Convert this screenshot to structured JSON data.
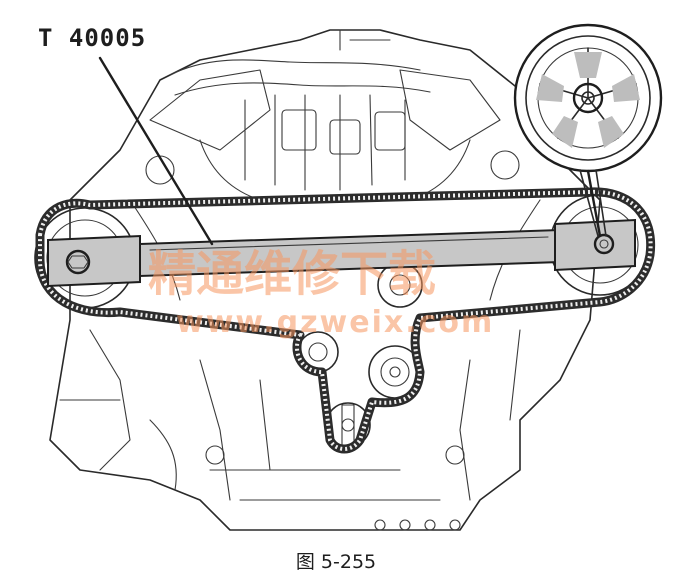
{
  "figure": {
    "tool_label": "T 40005",
    "caption": "图 5-255",
    "watermark_text": "精通维修下载",
    "watermark_url": "www.gzweix.com",
    "colors": {
      "ink": "#1e1e1e",
      "watermark": "#f5965f"
    }
  }
}
